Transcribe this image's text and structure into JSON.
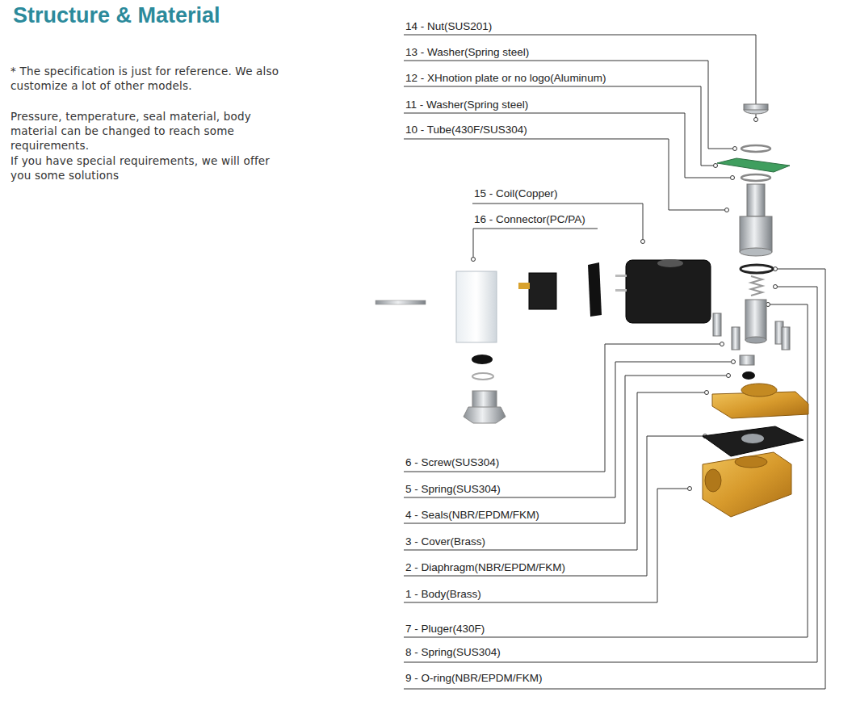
{
  "diagram": {
    "title": "Structure & Material",
    "labels": [
      "* The specification is just for reference. We also customize a lot of other models.",
      "Pressure, temperature, seal material, body material can be changed to reach some requirements.",
      "If you have special requirements, we will offer you some solutions",
      "14 - Nut(SUS201)",
      "13 - Washer(Spring steel)",
      "12 - XHnotion plate or no logo(Aluminum)",
      "11 - Washer(Spring steel)",
      "10 - Tube(430F/SUS304)",
      "15 - Coil(Copper)",
      "16 - Connector(PC/PA)",
      "6 - Screw(SUS304)",
      "5 - Spring(SUS304)",
      "4 - Seals(NBR/EPDM/FKM)",
      "3 - Cover(Brass)",
      "2 - Diaphragm(NBR/EPDM/FKM)",
      "1 - Body(Brass)",
      "7 - Pluger(430F)",
      "8 - Spring(SUS304)",
      "9 - O-ring(NBR/EPDM/FKM)"
    ]
  }
}
